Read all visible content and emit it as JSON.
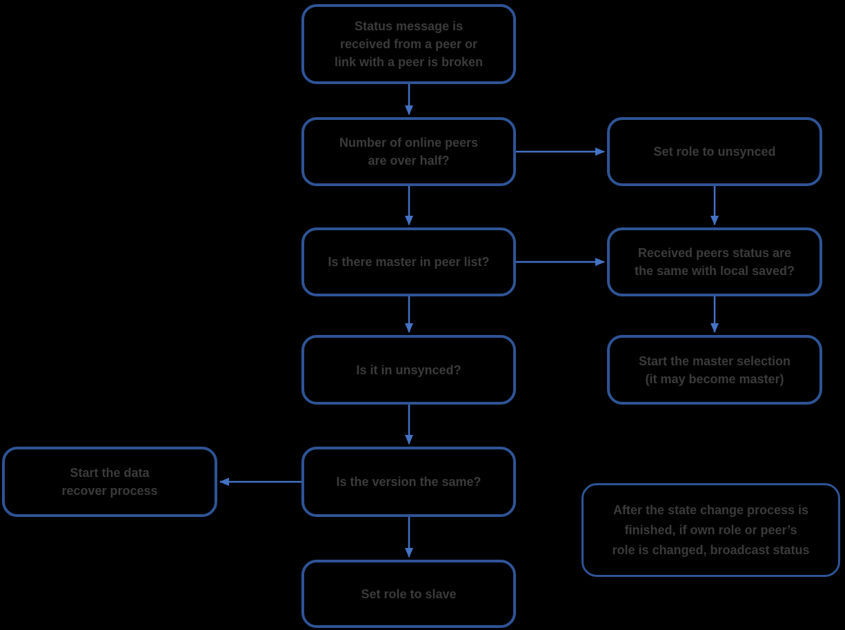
{
  "background_color": "#000000",
  "colors": {
    "box_border": "#2F5496",
    "arrow": "#4472C4",
    "text": "#3B3B3B"
  },
  "nodes": {
    "status": {
      "text": "Status message is\nreceived from a peer or\nlink with a peer is broken"
    },
    "overhalf": {
      "text": "Number of online peers\nare over half?"
    },
    "setunsynced": {
      "text": "Set role to unsynced"
    },
    "master": {
      "text": "Is there master in peer list?"
    },
    "received": {
      "text": "Received peers status are\nthe same with local saved?"
    },
    "unsynced": {
      "text": "Is it in unsynced?"
    },
    "selection": {
      "text": "Start the master selection\n(it may become master)"
    },
    "version": {
      "text": "Is the version the same?"
    },
    "recover": {
      "text": "Start the data\nrecover process"
    },
    "slave": {
      "text": "Set role to slave"
    },
    "note": {
      "text": "After the state change process is\nfinished, if own role or peer’s\nrole is changed, broadcast status"
    }
  },
  "edges": [
    {
      "from": "status",
      "to": "overhalf"
    },
    {
      "from": "overhalf",
      "to": "setunsynced"
    },
    {
      "from": "overhalf",
      "to": "master"
    },
    {
      "from": "setunsynced",
      "to": "received"
    },
    {
      "from": "master",
      "to": "received"
    },
    {
      "from": "master",
      "to": "unsynced"
    },
    {
      "from": "received",
      "to": "selection"
    },
    {
      "from": "unsynced",
      "to": "version"
    },
    {
      "from": "version",
      "to": "recover"
    },
    {
      "from": "version",
      "to": "slave"
    }
  ]
}
